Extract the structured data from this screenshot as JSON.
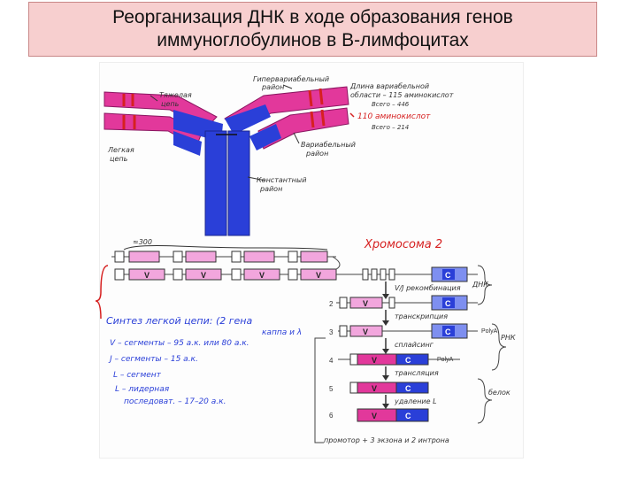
{
  "slide": {
    "title_line1": "Реорганизация ДНК в ходе образования генов",
    "title_line2": "иммуноглобулинов в В-лимфоцитах"
  },
  "antibody": {
    "heavy_chain": "Тяжелая",
    "heavy_chain_2": "цепь",
    "light_chain": "Легкая",
    "light_chain_2": "цепь",
    "hypervariable": "Гипервариабельный",
    "hypervariable_2": "район",
    "variable_len_1": "Длина вариабельной",
    "variable_len_2": "области – 115 аминокислот",
    "total_446": "Всего – 446",
    "len_110": "110 аминокислот",
    "total_214": "Всего – 214",
    "variable_region": "Вариабельный",
    "variable_region_2": "район",
    "constant_region": "Константный",
    "constant_region_2": "район"
  },
  "gene": {
    "count_300": "≈300",
    "chromosome": "Хромосома 2",
    "v_label": "V",
    "c_label": "C",
    "steps": [
      "2",
      "3",
      "4",
      "5",
      "6"
    ],
    "vj_recomb": "V/J рекомбинация",
    "dna": "ДНК",
    "transcription": "транскрипция",
    "splicing": "сплайсинг",
    "poly_a": "PolyA",
    "rna": "РНК",
    "translation": "трансляция",
    "removal_l": "удаление L",
    "protein": "белок",
    "promoter_note": "промотор + 3 экзона и 2 интрона"
  },
  "synthesis": {
    "header": "Синтез легкой цепи: (2 гена",
    "header_2": "каппа и λ",
    "v_segments": "V – сегменты – 95 а.к. или 80 а.к.",
    "j_segments": "J – сегменты – 15 а.к.",
    "l_segment": "L – сегмент",
    "leader": "L – лидерная",
    "leader_2": "последоват. – 17–20 а.к."
  },
  "colors": {
    "blue": "#2a3fd8",
    "magenta": "#e2389b",
    "pink": "#f2a6dd",
    "light_blue": "#7e8ff0",
    "red": "#d62020",
    "gray": "#999999"
  }
}
